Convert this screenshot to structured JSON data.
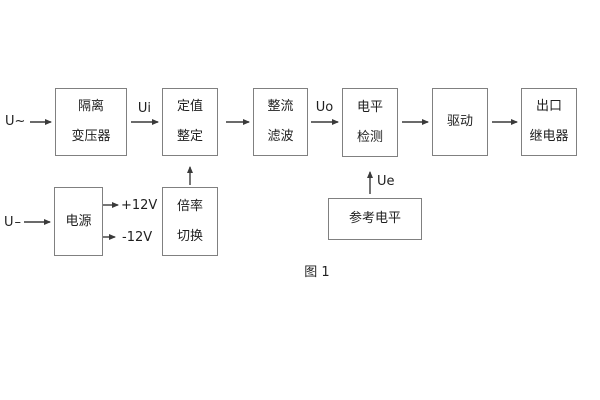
{
  "figure": {
    "caption": "图 1",
    "colors": {
      "background": "#ffffff",
      "box_border": "#808080",
      "line": "#3a3a3a",
      "text": "#1f1f1f"
    },
    "inputs": {
      "ac": "U~",
      "dc": "U–"
    },
    "signals": {
      "ui": "Ui",
      "uo": "Uo",
      "ue": "Ue"
    },
    "power_rails": {
      "positive": "+12V",
      "negative": "-12V"
    },
    "blocks": {
      "isolation_transformer": {
        "line1": "隔离",
        "line2": "变压器"
      },
      "setting_adjust": {
        "line1": "定值",
        "line2": "整定"
      },
      "rectify_filter": {
        "line1": "整流",
        "line2": "滤波"
      },
      "level_detect": {
        "line1": "电平",
        "line2": "检测"
      },
      "drive": {
        "line1": "驱动"
      },
      "output_relay": {
        "line1": "出口",
        "line2": "继电器"
      },
      "power_supply": {
        "line1": "电源"
      },
      "ratio_switch": {
        "line1": "倍率",
        "line2": "切换"
      },
      "reference_level": {
        "line1": "参考电平"
      }
    }
  }
}
